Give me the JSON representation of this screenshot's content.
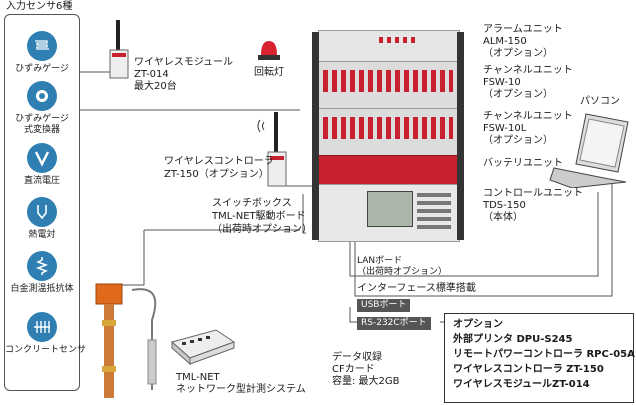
{
  "input_sensors": {
    "title": "入力センサ6種",
    "items": [
      {
        "label": "ひずみゲージ",
        "icon": "strain-gauge-icon"
      },
      {
        "label": "ひずみゲージ\n式変換器",
        "icon": "transducer-icon"
      },
      {
        "label": "直流電圧",
        "icon": "dc-voltage-icon"
      },
      {
        "label": "熱電対",
        "icon": "thermocouple-icon"
      },
      {
        "label": "白金測温抵抗体",
        "icon": "rtd-icon"
      },
      {
        "label": "コンクリートセンサ",
        "icon": "concrete-sensor-icon"
      }
    ]
  },
  "wireless_module": {
    "line1": "ワイヤレスモジュール",
    "line2": "ZT-014",
    "line3": "最大20台"
  },
  "beacon": {
    "label": "回転灯"
  },
  "alarm_unit": {
    "line1": "アラームユニット",
    "line2": "ALM-150",
    "line3": "（オプション）"
  },
  "channel_unit1": {
    "line1": "チャンネルユニット",
    "line2": "FSW-10",
    "line3": "（オプション）"
  },
  "channel_unit2": {
    "line1": "チャンネルユニット",
    "line2": "FSW-10L",
    "line3": "（オプション）"
  },
  "battery_unit": {
    "label": "バッテリユニット"
  },
  "control_unit": {
    "line1": "コントロールユニット",
    "line2": "TDS-150",
    "line3": "（本体）"
  },
  "pc": {
    "label": "パソコン"
  },
  "wireless_controller": {
    "line1": "ワイヤレスコントローラ",
    "line2": "ZT-150（オプション）"
  },
  "switch_box": {
    "line1": "スイッチボックス",
    "line2": "TML-NET駆動ボード",
    "line3": "（出荷時オプション）"
  },
  "lan_board": {
    "line1": "LANボード",
    "line2": "（出荷時オプション）"
  },
  "interface": {
    "title": "インターフェース標準搭載",
    "usb": "USBポート",
    "rs232c": "RS-232Cポート"
  },
  "options": {
    "title": "オプション",
    "items": [
      "外部プリンタ DPU-S245",
      "リモートパワーコントローラ RPC-05A",
      "ワイヤレスコントローラ ZT-150",
      "ワイヤレスモジュールZT-014"
    ]
  },
  "data_storage": {
    "line1": "データ収録",
    "line2": "CFカード",
    "line3": "容量: 最大2GB"
  },
  "tml_net": {
    "line1": "TML-NET",
    "line2": "ネットワーク型計測システム"
  },
  "colors": {
    "sensor_blue": "#2f7fb3",
    "unit_red": "#c8202e",
    "panel_gray": "#d9d9d9"
  }
}
